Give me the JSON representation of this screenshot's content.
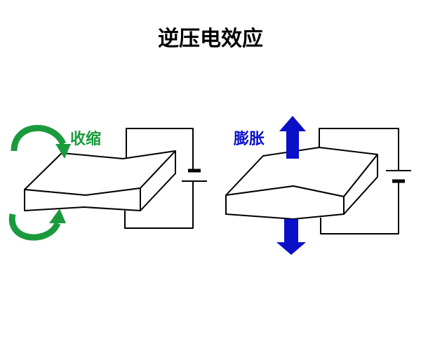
{
  "title": "逆压电效应",
  "left_panel": {
    "label": "收缩",
    "color": "#1a9a3c"
  },
  "right_panel": {
    "label": "膨胀",
    "color": "#0a10c8"
  }
}
